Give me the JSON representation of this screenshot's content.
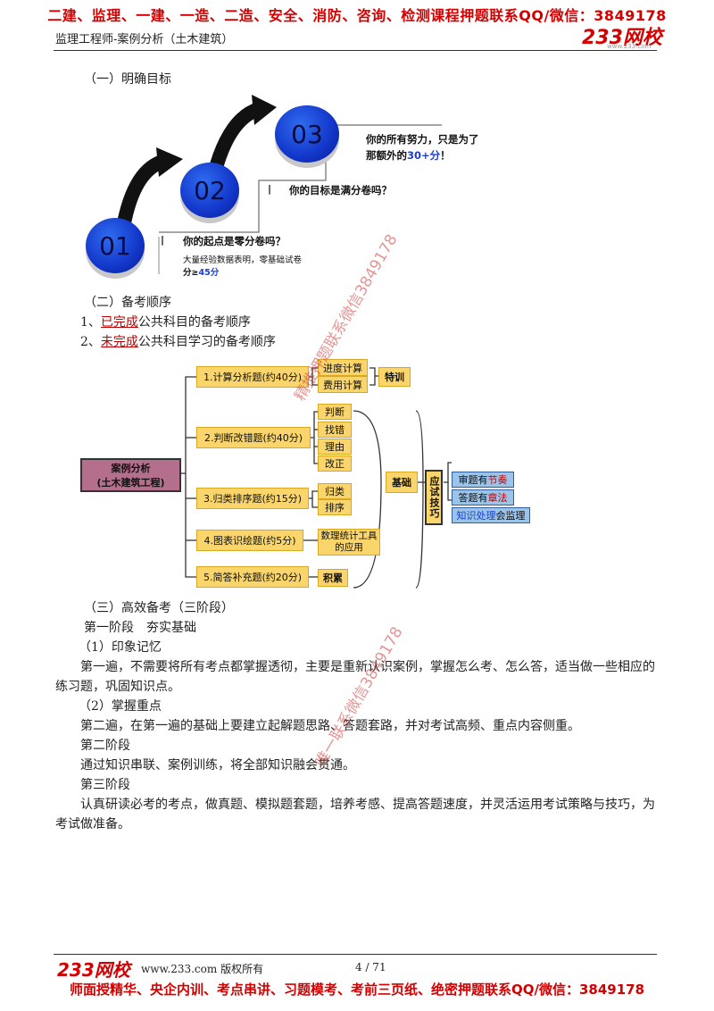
{
  "header": {
    "banner": "二建、监理、一建、一造、二造、安全、消防、咨询、检测课程押题联系QQ/微信：3849178",
    "subtitle": "监理工程师-案例分析（土木建筑）",
    "logo_text": "233网校",
    "logo_url": "www.233.com"
  },
  "section1": {
    "heading": "（一）明确目标",
    "steps": [
      {
        "num": "01",
        "line1": "你的起点是零分卷吗？",
        "line2": "大量经验数据表明，零基础试卷",
        "line3_prefix": "分≥",
        "line3_value": "45分"
      },
      {
        "num": "02",
        "line1": "你的目标是满分卷吗？"
      },
      {
        "num": "03",
        "line1": "你的所有努力，只是为了",
        "line2_prefix": "那额外的",
        "line2_value": "30+分",
        "line2_suffix": "！"
      }
    ]
  },
  "section2": {
    "heading": "（二）备考顺序",
    "items": [
      {
        "prefix": "1、",
        "highlight": "已完成",
        "rest": "公共科目的备考顺序"
      },
      {
        "prefix": "2、",
        "highlight": "未完成",
        "rest": "公共科目学习的备考顺序"
      }
    ]
  },
  "mindmap": {
    "root": "案例分析\n(土木建筑工程)",
    "branches": [
      {
        "label": "1.计算分析题(约40分)",
        "children": [
          "进度计算",
          "费用计算"
        ],
        "group": "特训"
      },
      {
        "label": "2.判断改错题(约40分)",
        "children": [
          "判断",
          "找错",
          "理由",
          "改正"
        ]
      },
      {
        "label": "3.归类排序题(约15分)",
        "children": [
          "归类",
          "排序"
        ]
      },
      {
        "label": "4.图表识绘题(约5分)",
        "children": [
          "数理统计工具的应用"
        ]
      },
      {
        "label": "5.简答补充题(约20分)",
        "children": [
          "积累"
        ]
      }
    ],
    "basis": "基础",
    "skills": "应试技巧",
    "tips": [
      {
        "text": "审题有",
        "highlight": "节奏"
      },
      {
        "text": "答题有",
        "highlight": "章法"
      },
      {
        "text_highlight": "知识处理",
        "text": "会监理"
      }
    ]
  },
  "section3": {
    "heading": "（三）高效备考（三阶段）",
    "stage1_title": "第一阶段　夯实基础",
    "sub1_title": "（1）印象记忆",
    "sub1_body": "第一遍，不需要将所有考点都掌握透彻，主要是重新认识案例，掌握怎么考、怎么答，适当做一些相应的练习题，巩固知识点。",
    "sub2_title": "（2）掌握重点",
    "sub2_body": "第二遍，在第一遍的基础上要建立起解题思路、答题套路，并对考试高频、重点内容侧重。",
    "stage2_title": "第二阶段",
    "stage2_body": "通过知识串联、案例训练，将全部知识融会贯通。",
    "stage3_title": "第三阶段",
    "stage3_body": "认真研读必考的考点，做真题、模拟题套题，培养考感、提高答题速度，并灵活运用考试策略与技巧，为考试做准备。"
  },
  "watermarks": [
    "精推押题联系微信3849178",
    "唯一联系微信3849178"
  ],
  "footer": {
    "logo_text": "233网校",
    "site": "www.233.com 版权所有",
    "page": "4 / 71",
    "banner": "师面授精华、央企内训、考点串讲、习题模考、考前三页纸、绝密押题联系QQ/微信：3849178"
  }
}
